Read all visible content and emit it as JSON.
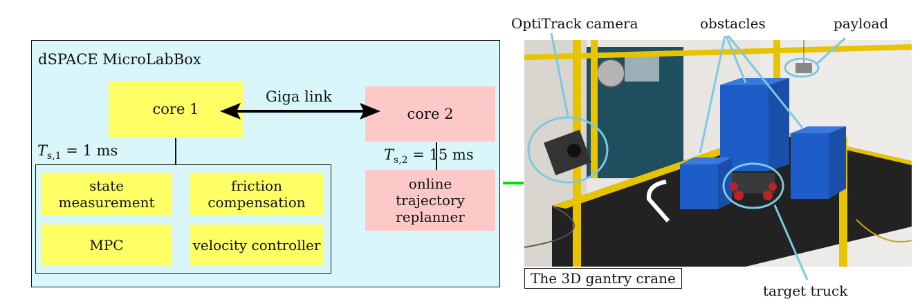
{
  "lab_box": {
    "title": "dSPACE MicroLabBox"
  },
  "core1": {
    "label": "core 1"
  },
  "core2": {
    "label": "core 2"
  },
  "link": {
    "label": "Giga link"
  },
  "ts1": {
    "symbol": "T",
    "subscript": "s,1",
    "value": "= 1 ms"
  },
  "ts2": {
    "symbol": "T",
    "subscript": "s,2",
    "value": "= 15 ms"
  },
  "core1_tasks": [
    {
      "label": "state measurement"
    },
    {
      "label": "friction compensation"
    },
    {
      "label": "MPC"
    },
    {
      "label": "velocity controller"
    }
  ],
  "core2_task": {
    "label": "online trajectory replanner"
  },
  "photo": {
    "caption": "The 3D gantry crane",
    "callouts": {
      "camera": "OptiTrack camera",
      "obstacles": "obstacles",
      "payload": "payload",
      "truck": "target truck"
    }
  },
  "colors": {
    "box_bg": "#d9f7fb",
    "core1": "#ffff66",
    "core2": "#fcc8c8",
    "connector": "#00dd00",
    "callout": "#7ec8e3"
  }
}
